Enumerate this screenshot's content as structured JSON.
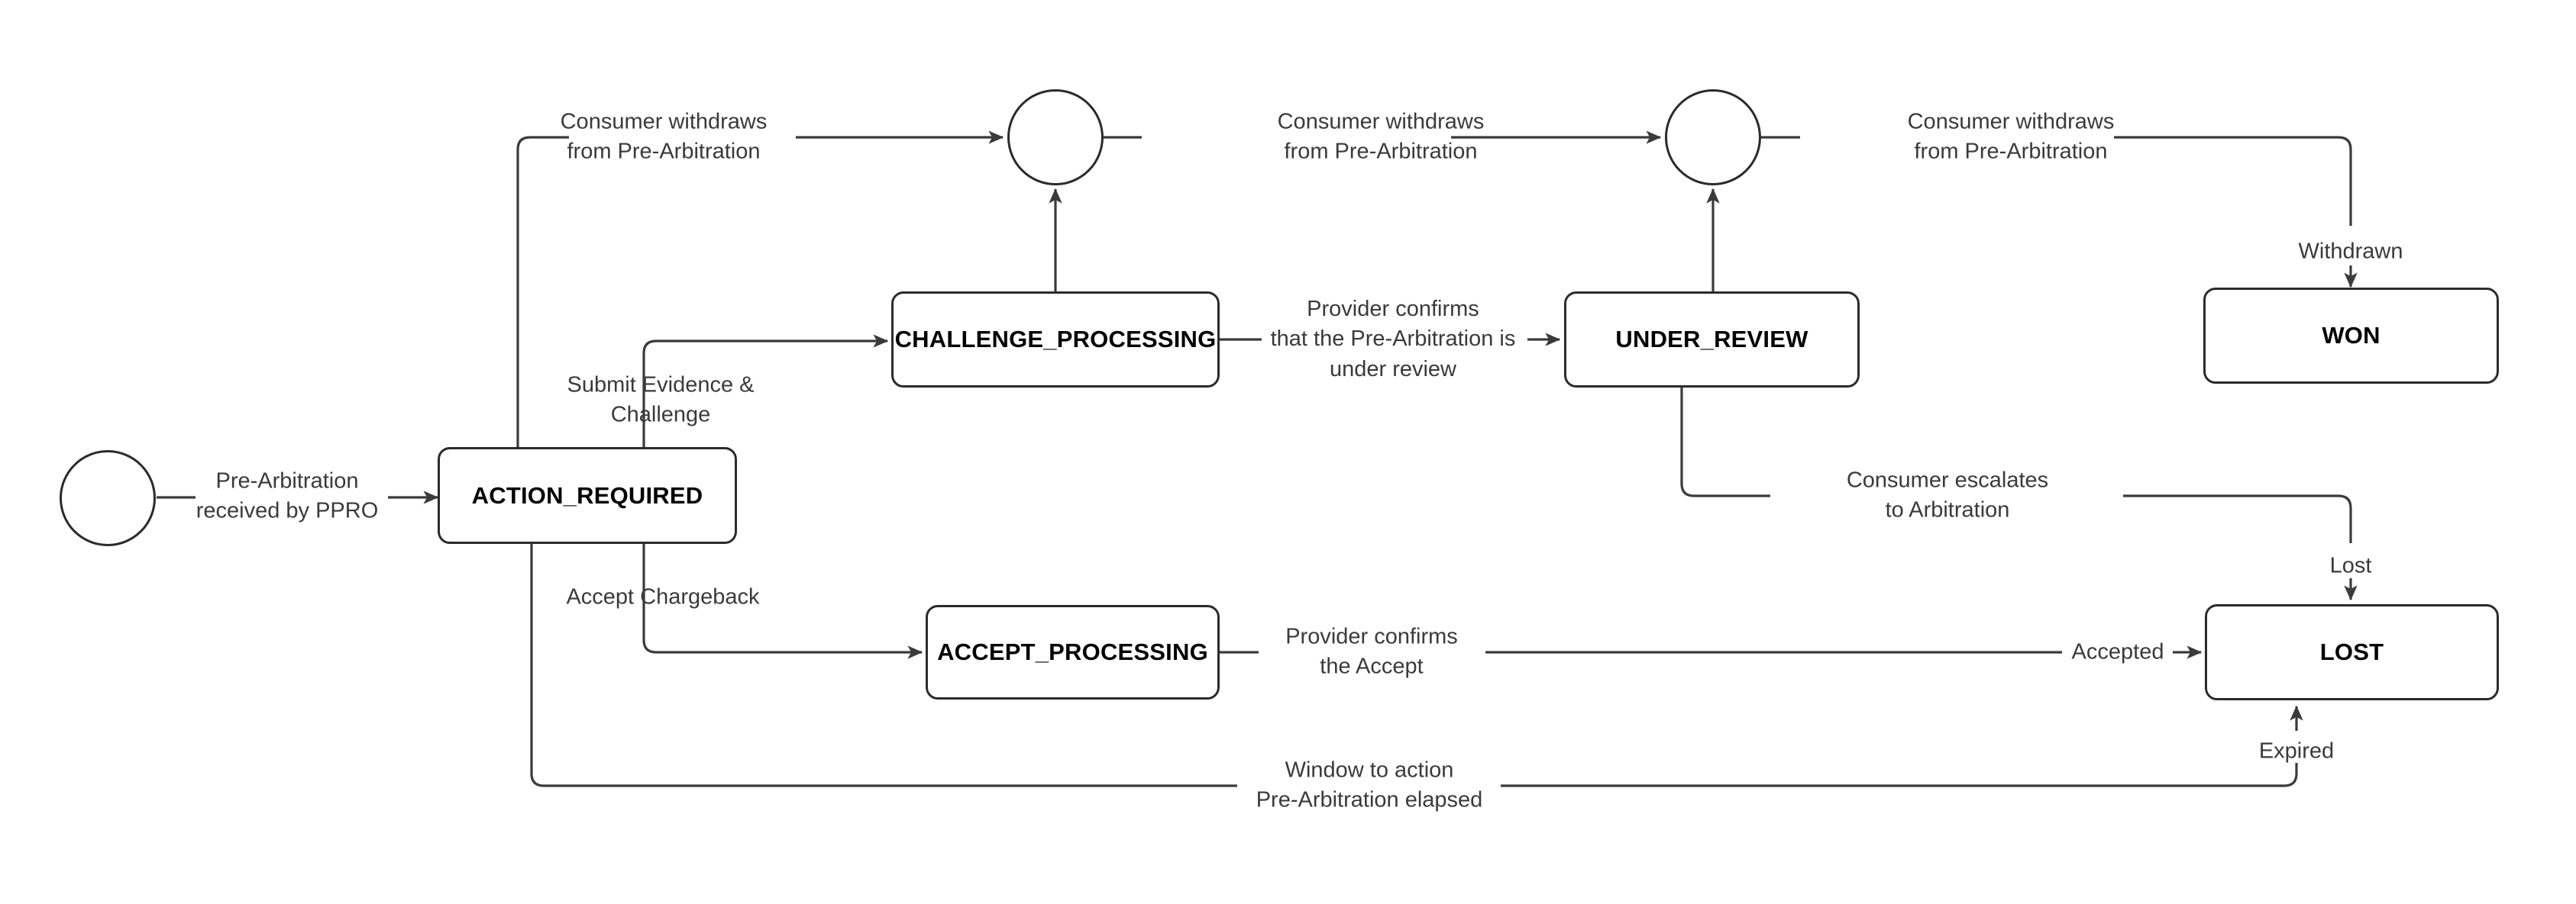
{
  "diagram": {
    "title": "Pre-Arbitration dispute state machine",
    "stroke_color": "#3b3b3b",
    "node_border_color": "#2b2b2b",
    "background_color": "#ffffff",
    "nodes": [
      {
        "id": "start",
        "type": "circle",
        "label": ""
      },
      {
        "id": "action_required",
        "type": "state",
        "label": "ACTION_REQUIRED"
      },
      {
        "id": "challenge_processing",
        "type": "state",
        "label": "CHALLENGE_PROCESSING"
      },
      {
        "id": "under_review",
        "type": "state",
        "label": "UNDER_REVIEW"
      },
      {
        "id": "accept_processing",
        "type": "state",
        "label": "ACCEPT_PROCESSING"
      },
      {
        "id": "won",
        "type": "state",
        "label": "WON"
      },
      {
        "id": "lost",
        "type": "state",
        "label": "LOST"
      },
      {
        "id": "junction_one",
        "type": "circle",
        "label": ""
      },
      {
        "id": "junction_two",
        "type": "circle",
        "label": ""
      }
    ],
    "edge_labels": {
      "start_to_action": "Pre-Arbitration\nreceived by PPRO",
      "withdraw_one": "Consumer withdraws\nfrom Pre-Arbitration",
      "withdraw_two": "Consumer withdraws\nfrom Pre-Arbitration",
      "withdraw_three": "Consumer withdraws\nfrom Pre-Arbitration",
      "submit_evidence": "Submit Evidence &\nChallenge",
      "accept_chargeback": "Accept Chargeback",
      "provider_confirms_review": "Provider confirms\nthat the Pre-Arbitration is\nunder review",
      "provider_confirms_accept": "Provider confirms\nthe Accept",
      "consumer_escalates": "Consumer escalates\nto Arbitration",
      "withdrawn": "Withdrawn",
      "lost": "Lost",
      "accepted": "Accepted",
      "expired": "Expired",
      "window_elapsed": "Window to action\nPre-Arbitration elapsed"
    }
  }
}
